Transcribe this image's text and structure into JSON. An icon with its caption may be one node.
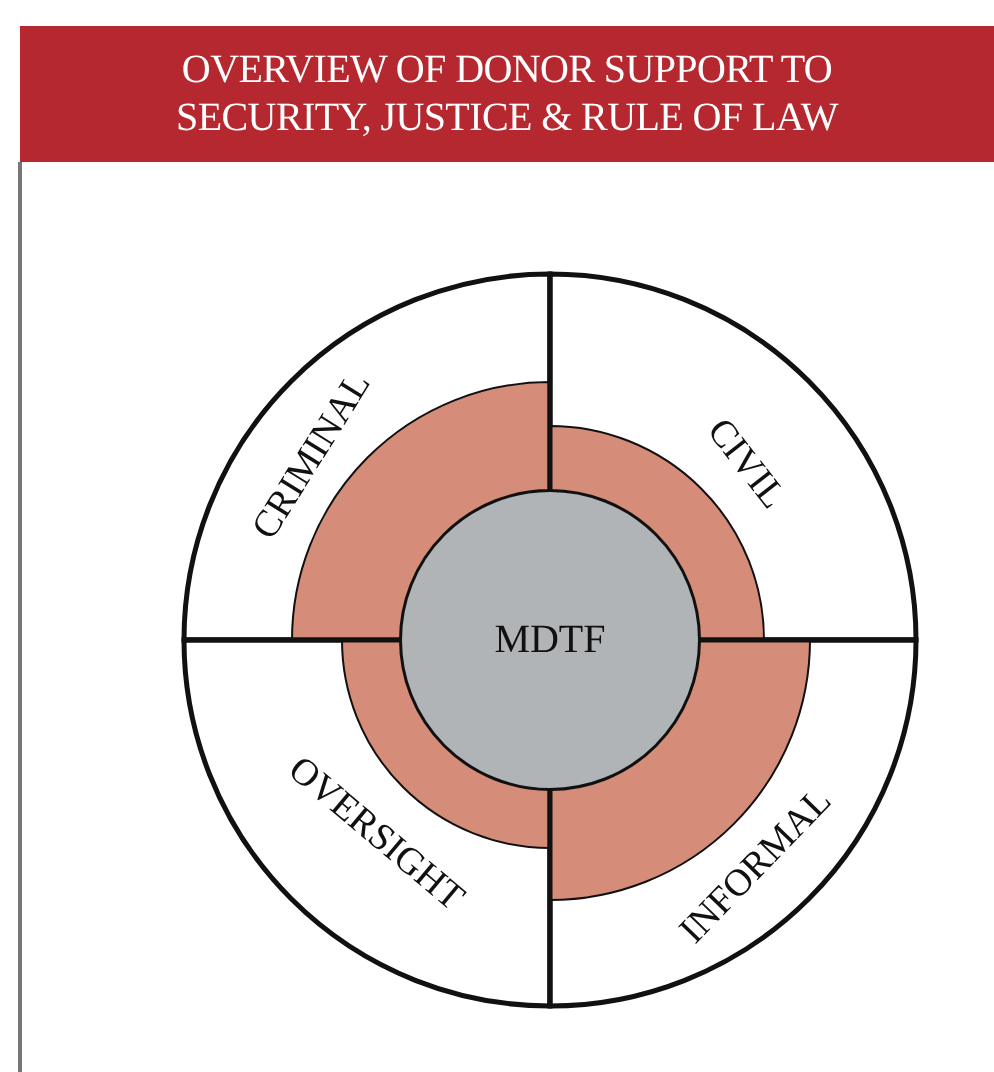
{
  "diagram": {
    "title": "OVERVIEW OF DONOR SUPPORT TO SECURITY, JUSTICE & RULE OF LAW",
    "nodes": [
      {
        "text": [
          "CRIMINAL"
        ]
      },
      {
        "text": [],
        "shape": "sector",
        "in": 0
      },
      {
        "text": [
          "CIVIL"
        ]
      },
      {
        "text": [],
        "shape": "sector",
        "in": 2
      },
      {
        "text": [
          "MDTF"
        ]
      },
      {
        "text": [
          "OVERSIGHT"
        ]
      },
      {
        "text": [],
        "shape": "sector",
        "in": 5
      },
      {
        "text": [
          "INFORMAL"
        ]
      },
      {
        "text": [],
        "shape": "sector",
        "in": 7
      }
    ]
  }
}
